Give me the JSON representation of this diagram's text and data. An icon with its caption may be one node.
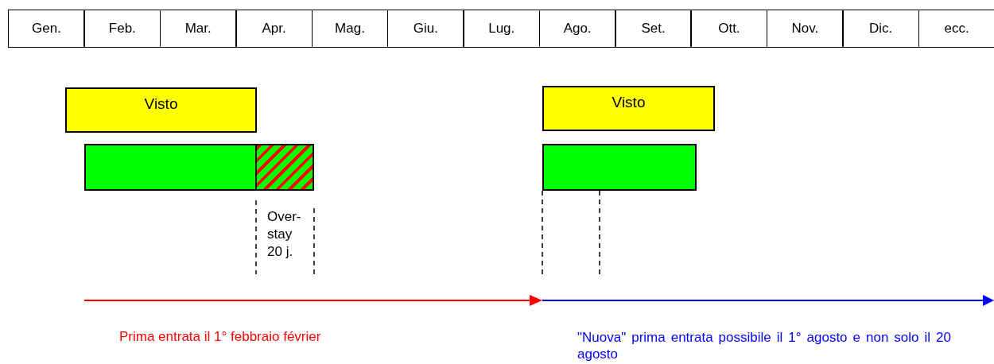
{
  "diagram": {
    "nodes": [
      {
        "text": [
          "Visto"
        ]
      },
      {
        "text": [],
        "shape": "bar"
      },
      {
        "text": [],
        "shape": "bar"
      },
      {
        "text": [
          "Visto"
        ]
      },
      {
        "text": [],
        "shape": "bar"
      }
    ],
    "labels": [
      "Gen.",
      "Feb.",
      "Mar.",
      "Apr.",
      "Mag.",
      "Giu.",
      "Lug.",
      "Ago.",
      "Set.",
      "Ott.",
      "Nov.",
      "Dic.",
      "ecc.",
      "Over- stay 20 j.",
      "Prima entrata il 1° febbraio février",
      "\"Nuova\" prima entrata possibile il 1° agosto e non solo il 20 agosto"
    ]
  }
}
